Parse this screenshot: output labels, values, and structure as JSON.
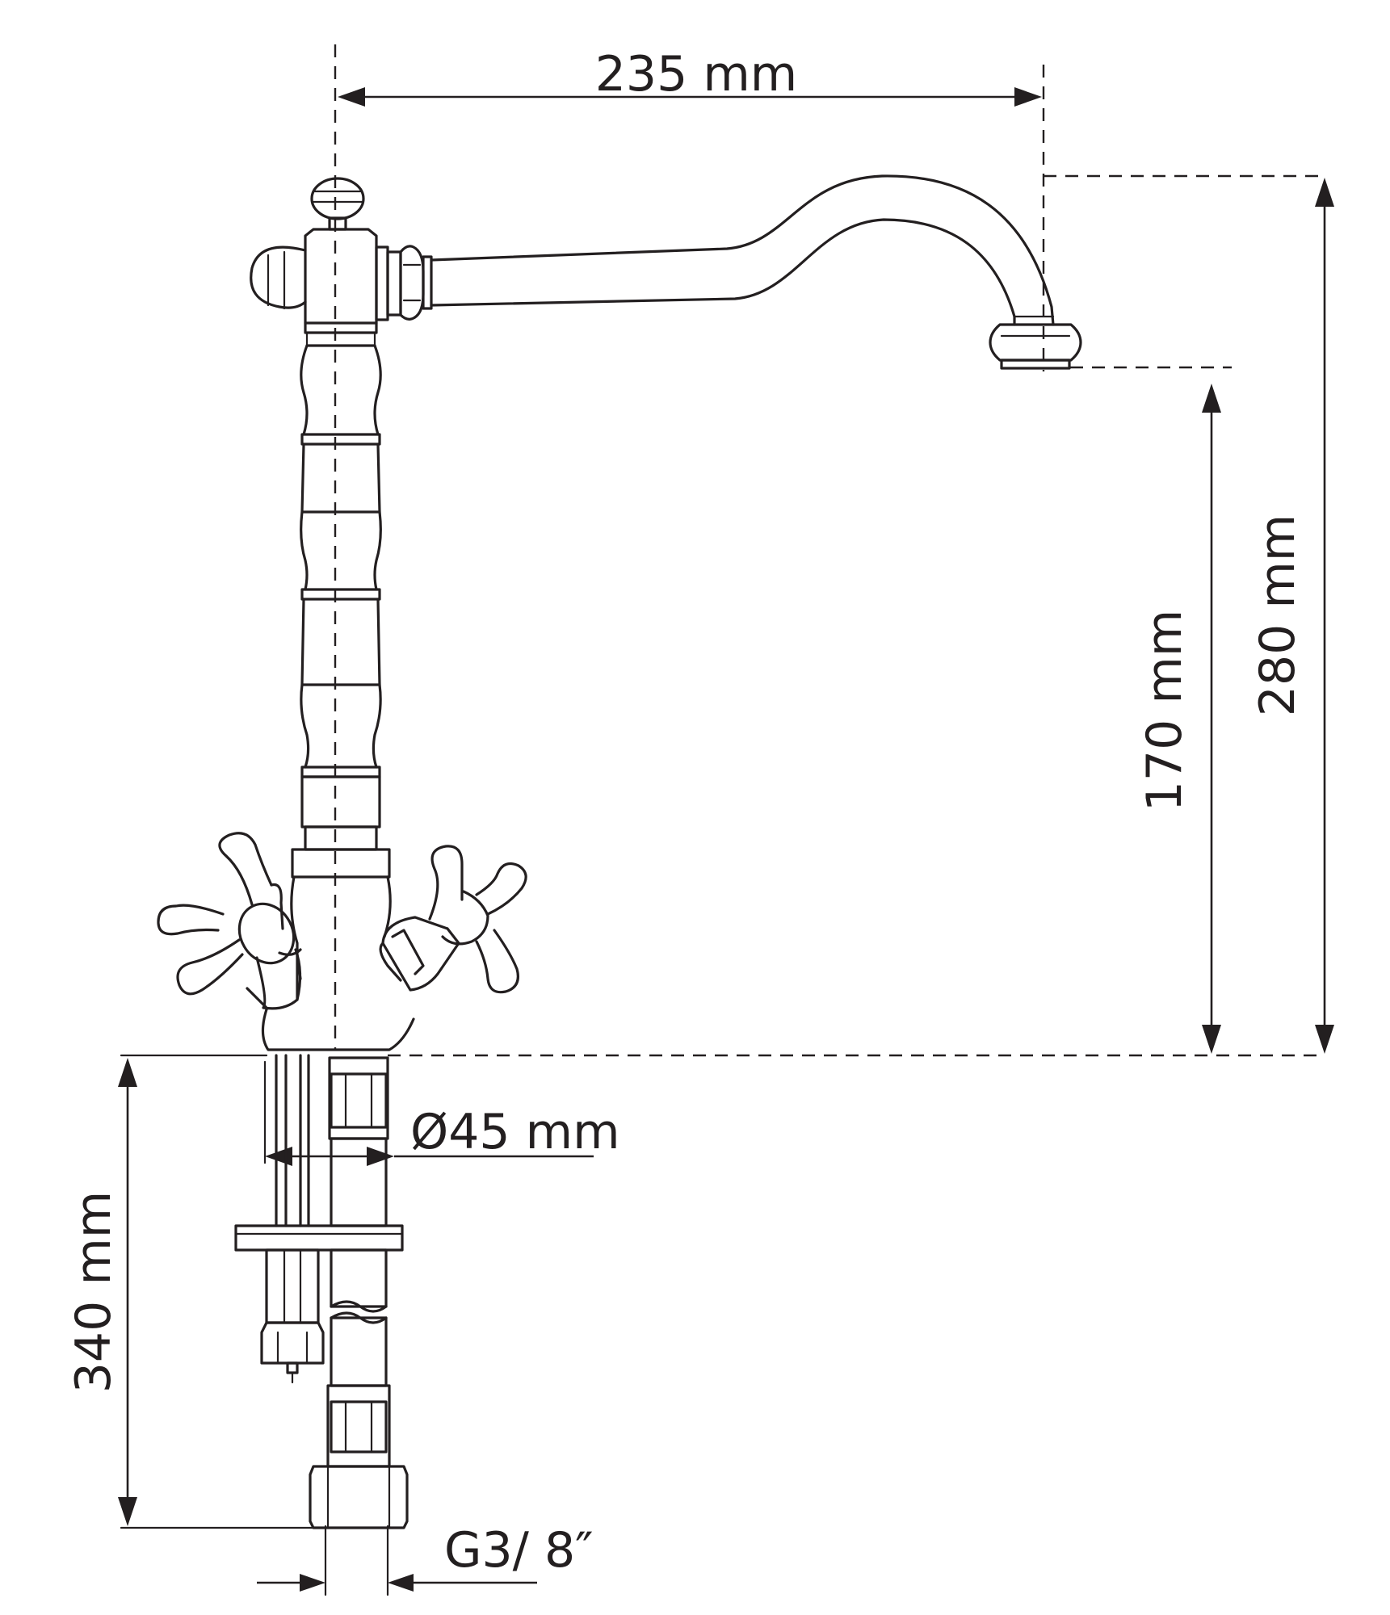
{
  "dimensions": {
    "spout_reach": "235 mm",
    "total_height": "280 mm",
    "spout_height": "170 mm",
    "shank_length": "340 mm",
    "base_diameter": "Ø45 mm",
    "connection": "G3/ 8″"
  },
  "colors": {
    "line": "#231f20",
    "background": "#ffffff"
  }
}
